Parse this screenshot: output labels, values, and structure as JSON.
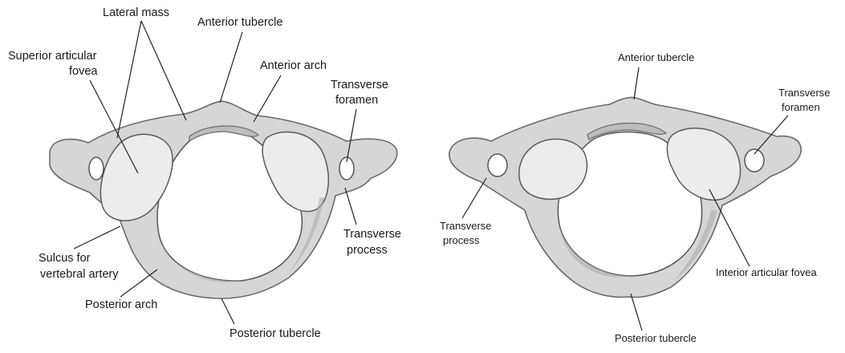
{
  "left_view": {
    "labels": {
      "lateral_mass": "Lateral mass",
      "anterior_tubercle": "Anterior tubercle",
      "superior_articular_fovea_line1": "Superior articular",
      "superior_articular_fovea_line2": "fovea",
      "anterior_arch": "Anterior arch",
      "transverse_foramen_line1": "Transverse",
      "transverse_foramen_line2": "foramen",
      "transverse_process_line1": "Transverse",
      "transverse_process_line2": "process",
      "sulcus_line1": "Sulcus for",
      "sulcus_line2": "vertebral artery",
      "posterior_arch": "Posterior arch",
      "posterior_tubercle": "Posterior tubercle"
    }
  },
  "right_view": {
    "labels": {
      "anterior_tubercle": "Anterior tubercle",
      "transverse_foramen_line1": "Transverse",
      "transverse_foramen_line2": "foramen",
      "transverse_process_line1": "Transverse",
      "transverse_process_line2": "process",
      "interior_articular_fovea": "Interior articular fovea",
      "posterior_tubercle": "Posterior tubercle"
    }
  }
}
